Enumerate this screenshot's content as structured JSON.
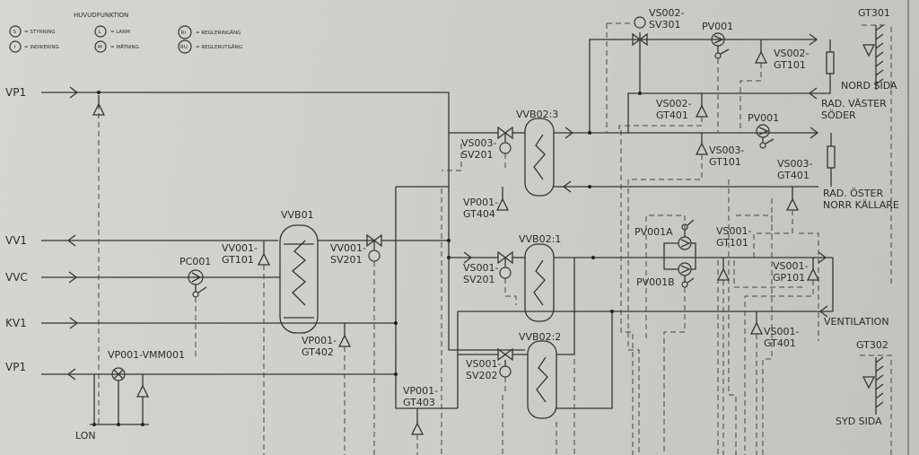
{
  "legend": {
    "title": "HUVUDFUNKTION",
    "items": [
      {
        "symbol": "S",
        "text": "= STYRNING"
      },
      {
        "symbol": "I",
        "text": "= INDIKERING"
      },
      {
        "symbol": "L",
        "text": "= LARM"
      },
      {
        "symbol": "M",
        "text": "= MÄTNING"
      },
      {
        "symbol": "RI",
        "text": "= REGLERINGÅNG"
      },
      {
        "symbol": "RU",
        "text": "= REGLERUTGÅNG"
      }
    ]
  },
  "lines": {
    "vp1_top": "VP1",
    "vv1": "VV1",
    "vvc": "VVC",
    "kv1": "KV1",
    "vp1_bottom": "VP1",
    "lon": "LON"
  },
  "tags": {
    "gt301": "GT301",
    "nord_sida": "NORD SIDA",
    "rad_vaster": "RAD. VÄSTER",
    "soder": "SÖDER",
    "rad_oster": "RAD. ÖSTER",
    "norr_kallare": "NORR KÄLLARE",
    "ventilation": "VENTILATION",
    "gt302": "GT302",
    "syd_sida": "SYD SIDA",
    "vs002_sv301_a": "VS002-",
    "vs002_sv301_b": "SV301",
    "pv001_top": "PV001",
    "vs002_gt101_a": "VS002-",
    "vs002_gt101_b": "GT101",
    "vs002_gt401_a": "VS002-",
    "vs002_gt401_b": "GT401",
    "pv001_mid": "PV001",
    "vvb023": "VVB02:3",
    "vs003_sv201_a": "VS003-",
    "vs003_sv201_b": "SV201",
    "vs003_gt101_a": "VS003-",
    "vs003_gt101_b": "GT101",
    "vs003_gt401_a": "VS003-",
    "vs003_gt401_b": "GT401",
    "vp001_gt404_a": "VP001-",
    "vp001_gt404_b": "GT404",
    "vvb01": "VVB01",
    "vv001_gt101_a": "VV001-",
    "vv001_gt101_b": "GT101",
    "vv001_sv201_a": "VV001-",
    "vv001_sv201_b": "SV201",
    "pc001": "PC001",
    "vvb021": "VVB02:1",
    "vs001_sv201_a": "VS001-",
    "vs001_sv201_b": "SV201",
    "pv001a": "PV001A",
    "pv001b": "PV001B",
    "vs001_gt101_a": "VS001-",
    "vs001_gt101_b": "GT101",
    "vs001_gp101_a": "VS001-",
    "vs001_gp101_b": "GP101",
    "vp001_gt402_a": "VP001-",
    "vp001_gt402_b": "GT402",
    "vs001_gt401_a": "VS001-",
    "vs001_gt401_b": "GT401",
    "vp001_vmm001": "VP001-VMM001",
    "vvb022": "VVB02:2",
    "vs001_sv202_a": "VS001-",
    "vs001_sv202_b": "SV202",
    "vp001_gt403_a": "VP001-",
    "vp001_gt403_b": "GT403"
  }
}
